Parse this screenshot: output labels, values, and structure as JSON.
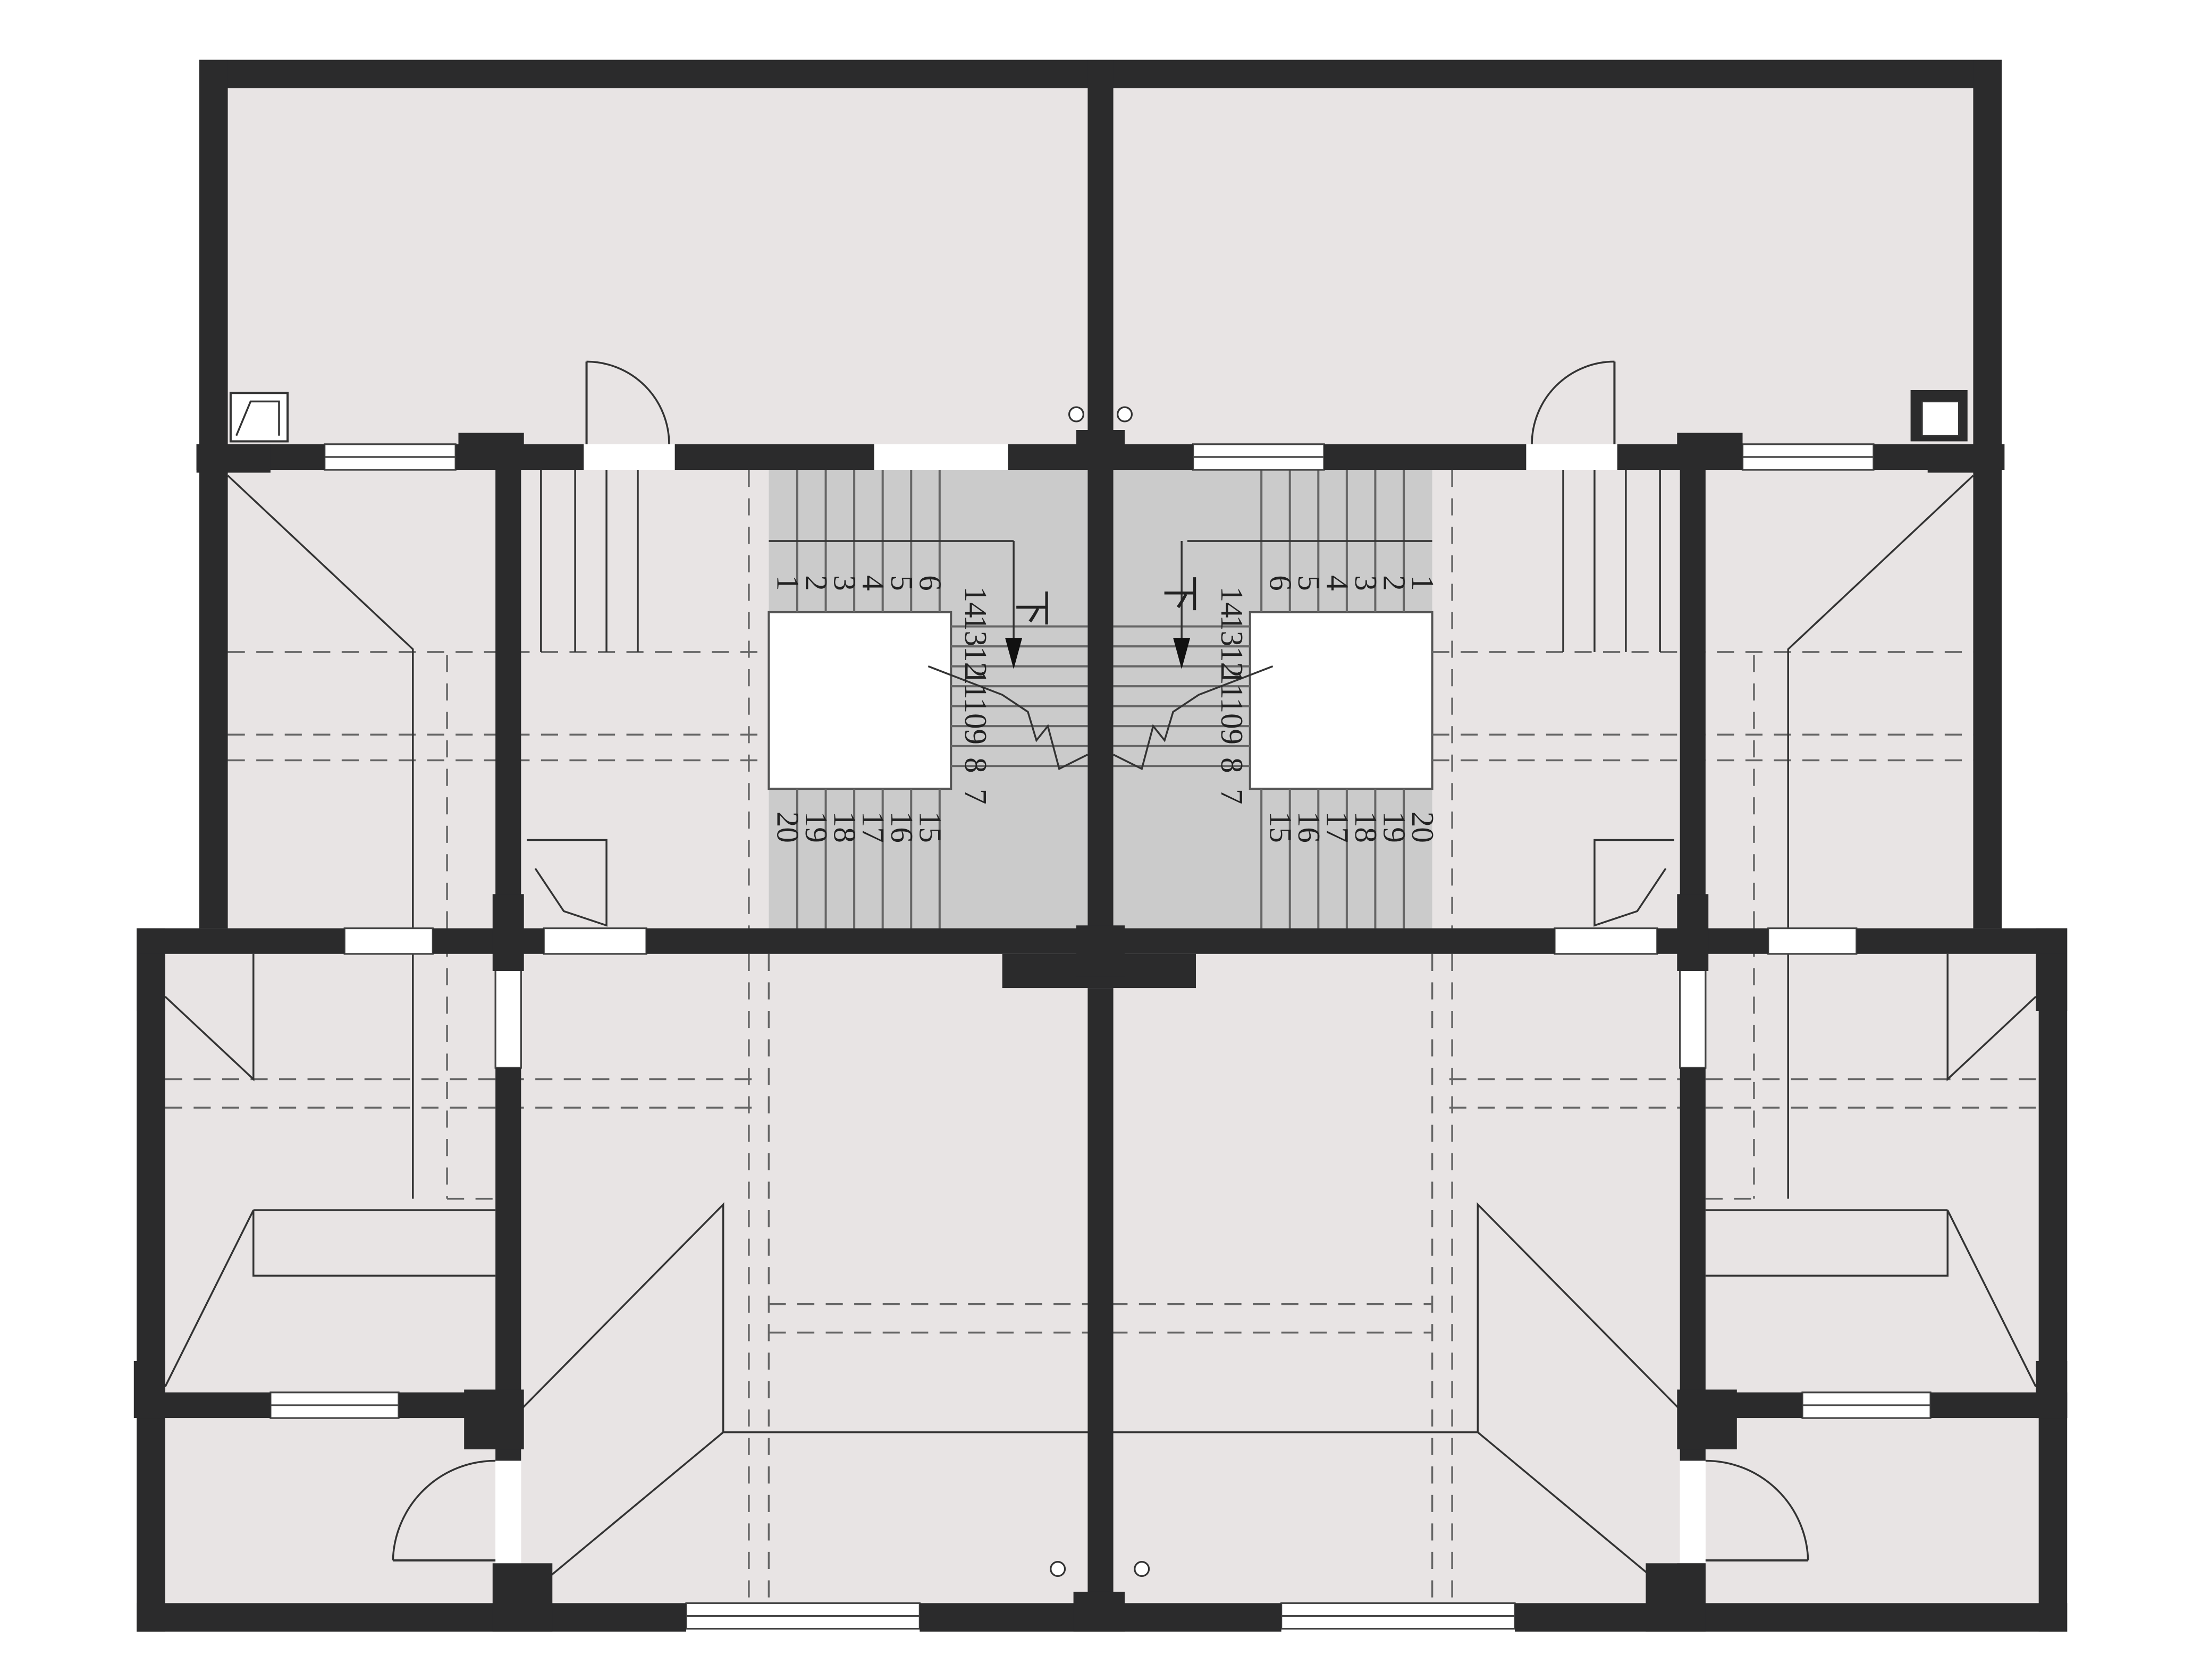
{
  "plan": {
    "units": [
      {
        "side": "left",
        "stair_direction_label": "下",
        "flight_top": [
          "1",
          "2",
          "3",
          "4",
          "5",
          "6"
        ],
        "flight_middle": [
          "7",
          "8",
          "9",
          "10",
          "11",
          "12",
          "13",
          "14"
        ],
        "flight_bottom": [
          "15",
          "16",
          "17",
          "18",
          "19",
          "20"
        ]
      },
      {
        "side": "right",
        "stair_direction_label": "下",
        "flight_top": [
          "1",
          "2",
          "3",
          "4",
          "5",
          "6"
        ],
        "flight_middle": [
          "7",
          "8",
          "9",
          "10",
          "11",
          "12",
          "13",
          "14"
        ],
        "flight_bottom": [
          "15",
          "16",
          "17",
          "18",
          "19",
          "20"
        ]
      }
    ]
  },
  "colors": {
    "wall": "#2b2b2c",
    "floor": "#e8e4e4",
    "stair": "#cbcbcb",
    "opening": "#ffffff",
    "background": "#ffffff"
  }
}
